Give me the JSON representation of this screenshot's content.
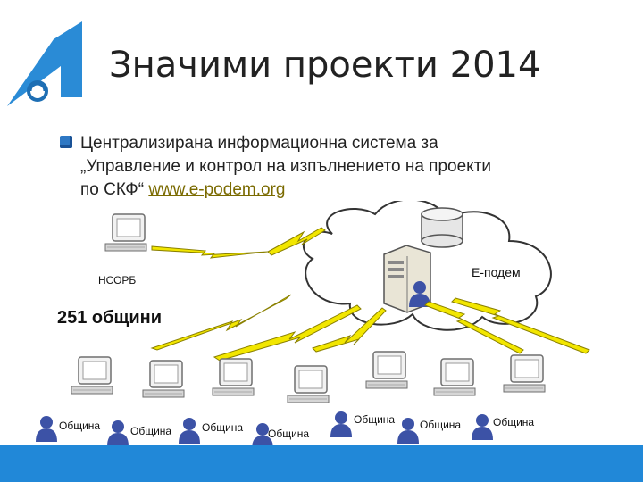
{
  "slide": {
    "title": "Значими проекти 2014",
    "bullet": {
      "line1": "Централизирана информационна система за",
      "line2": "„Управление и контрол на изпълнението на проекти",
      "line3_prefix": "по СКФ“",
      "link": "www.e-podem.org"
    }
  },
  "diagram": {
    "center_label": "Е-подем",
    "ncorb_label": "НСОРБ",
    "municipalities_count_label": "251 общини",
    "municipality_labels": [
      "Община",
      "Община",
      "Община",
      "Община",
      "Община",
      "Община",
      "Община"
    ]
  },
  "colors": {
    "accent_blue": "#2188d8",
    "bolt_yellow": "#f2e600",
    "bullet_blue": "#2e78c4"
  }
}
